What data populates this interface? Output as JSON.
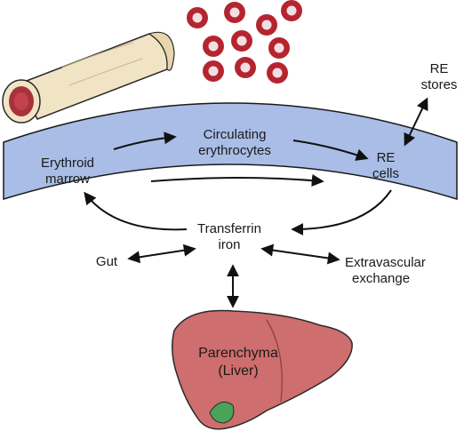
{
  "labels": {
    "erythroid_line1": "Erythroid",
    "erythroid_line2": "marrow",
    "circulating_line1": "Circulating",
    "circulating_line2": "erythrocytes",
    "re_cells_line1": "RE",
    "re_cells_line2": "cells",
    "re_stores_line1": "RE",
    "re_stores_line2": "stores",
    "transferrin_line1": "Transferrin",
    "transferrin_line2": "iron",
    "gut": "Gut",
    "extravascular_line1": "Extravascular",
    "extravascular_line2": "exchange",
    "parenchyma_line1": "Parenchyma",
    "parenchyma_line2": "(Liver)"
  },
  "colors": {
    "band_fill": "#a9bde6",
    "band_stroke": "#1a1a1a",
    "rbc_outer": "#b5252f",
    "rbc_inner": "#f3dfe2",
    "bone_fill": "#f1e4c4",
    "marrow_fill": "#a8323c",
    "liver_fill": "#cf6e6e",
    "liver_stroke": "#2a2a2a",
    "gallbladder": "#4aa35a",
    "arrow": "#111111"
  },
  "icons": {
    "bone": "bone-cross-section-icon",
    "erythrocytes": "red-blood-cell-icon",
    "liver": "liver-icon"
  }
}
